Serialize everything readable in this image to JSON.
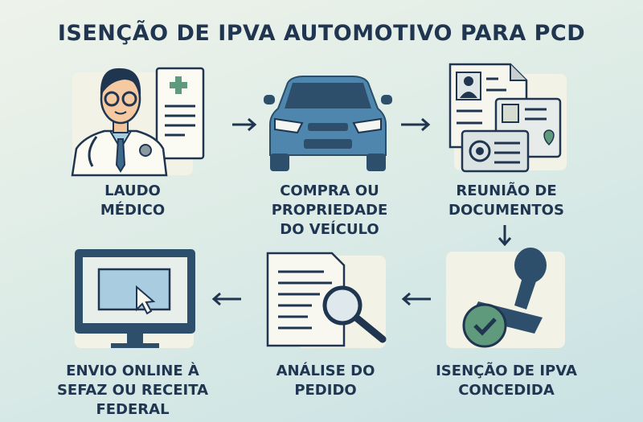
{
  "title": "ISENÇÃO DE IPVA AUTOMOTIVO PARA PCD",
  "steps": [
    {
      "label": "LAUDO MÉDICO",
      "icon": "doctor-with-medical-report-icon"
    },
    {
      "label": "COMPRA OU PROPRIEDADE DO VEÍCULO",
      "icon": "car-icon"
    },
    {
      "label": "REUNIÃO DE DOCUMENTOS",
      "icon": "documents-icon"
    },
    {
      "label": "ISENÇÃO DE IPVA CONCEDIDA",
      "icon": "approval-stamp-icon"
    },
    {
      "label": "ANÁLISE DO PEDIDO",
      "icon": "document-magnifier-icon"
    },
    {
      "label": "ENVIO ONLINE À SEFAZ OU RECEITA FEDERAL",
      "icon": "computer-monitor-icon"
    }
  ],
  "colors": {
    "text": "#1f3550",
    "blue": "#4a7fa7",
    "green": "#5f9a7c",
    "paper": "#f6f5ec"
  }
}
